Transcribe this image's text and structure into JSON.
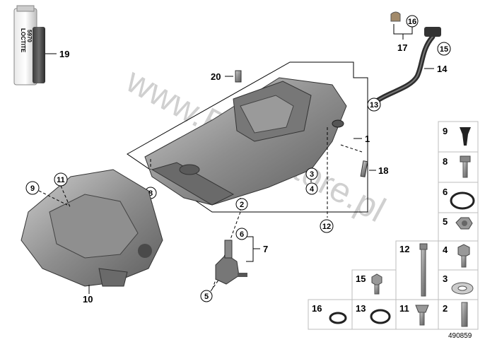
{
  "watermark": "www.BMWstore.pl",
  "reference_number": "490859",
  "callouts": {
    "c1": "1",
    "c2": "2",
    "c3": "3",
    "c4": "4",
    "c5": "5",
    "c6": "6",
    "c7": "7",
    "c8": "8",
    "c9": "9",
    "c10": "10",
    "c11": "11",
    "c12": "12",
    "c13": "13",
    "c14": "14",
    "c15": "15",
    "c16": "16",
    "c17": "17",
    "c18": "18",
    "c19": "19",
    "c20": "20"
  },
  "tiles": {
    "t9": "9",
    "t8": "8",
    "t6": "6",
    "t5": "5",
    "t4": "4",
    "t3": "3",
    "t2": "2",
    "t12": "12",
    "t15": "15",
    "t11": "11",
    "t13": "13",
    "t16": "16"
  },
  "loctite_tube": {
    "brand": "LOCTITE",
    "product": "5970"
  },
  "colors": {
    "part_gray": "#8a8a8a",
    "part_dark": "#4a4a4a",
    "tile_border": "#bdbdbd"
  }
}
